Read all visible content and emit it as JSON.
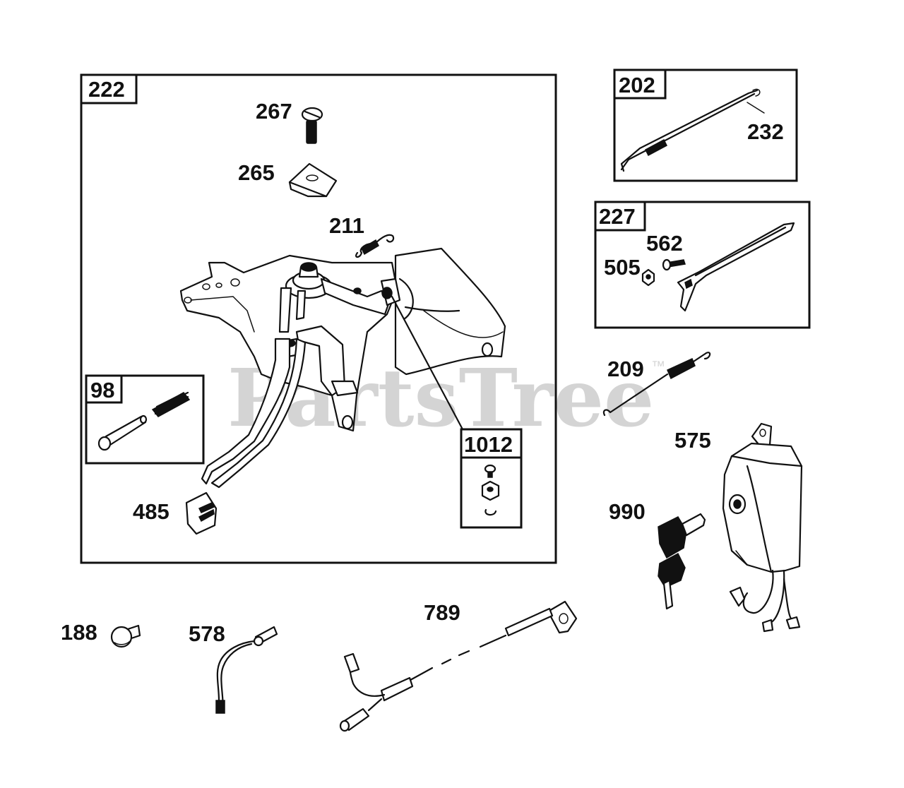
{
  "watermark": {
    "text": "PartsTree",
    "trademark": "™"
  },
  "boxes": {
    "b222": "222",
    "b202": "202",
    "b227": "227",
    "b98": "98",
    "b1012": "1012"
  },
  "labels": {
    "p267": "267",
    "p265": "265",
    "p211": "211",
    "p232": "232",
    "p562": "562",
    "p505": "505",
    "p209": "209",
    "p575": "575",
    "p990": "990",
    "p485": "485",
    "p188": "188",
    "p578": "578",
    "p789": "789"
  }
}
